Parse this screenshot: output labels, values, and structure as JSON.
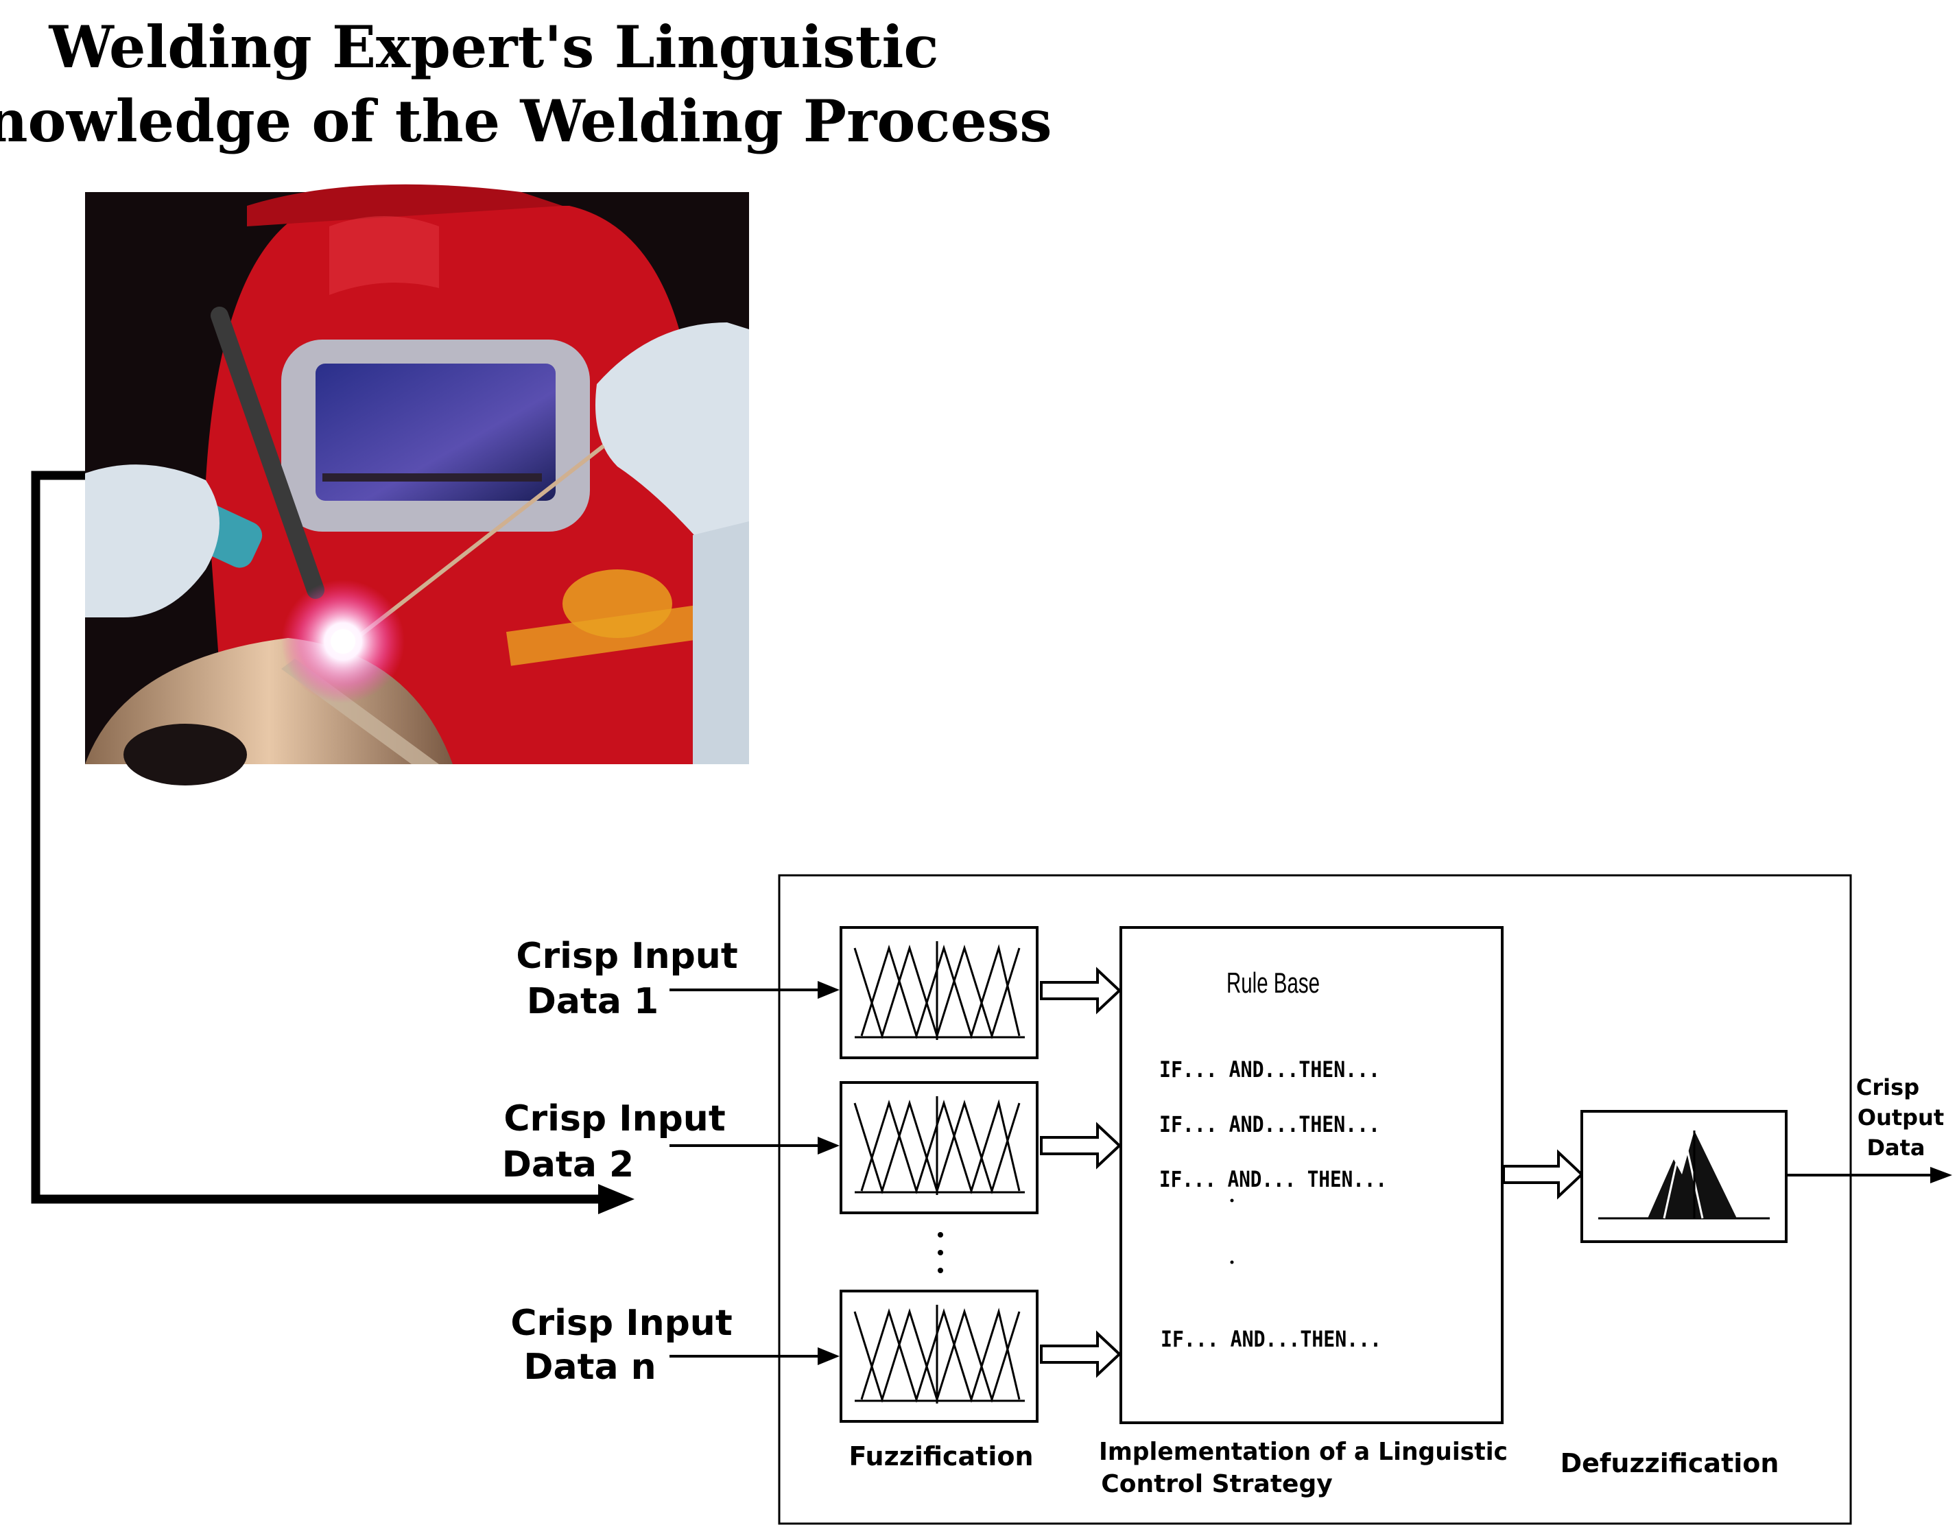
{
  "title": {
    "line1": "Welding Expert's Linguistic",
    "line2": "Knowledge of the Welding Process"
  },
  "inputs": [
    {
      "line1": "Crisp Input",
      "line2": "Data 1"
    },
    {
      "line1": "Crisp Input",
      "line2": "Data 2"
    },
    {
      "line1": "Crisp Input",
      "line2": "Data n"
    }
  ],
  "rule_base": {
    "title": "Rule Base",
    "rules": [
      "IF... AND...THEN...",
      "IF... AND...THEN...",
      "IF... AND... THEN...",
      "IF... AND...THEN..."
    ]
  },
  "stages": {
    "fuzzification": "Fuzzification",
    "implementation_line1": "Implementation of a Linguistic",
    "implementation_line2": "Control Strategy",
    "defuzzification": "Defuzzification"
  },
  "output": {
    "line1": "Crisp",
    "line2": "Output",
    "line3": "Data"
  },
  "colors": {
    "suit_red": "#c8101c",
    "background_dark": "#120a0c",
    "visor_blue": "#3a3f9a",
    "glove": "#d9e2ea"
  }
}
